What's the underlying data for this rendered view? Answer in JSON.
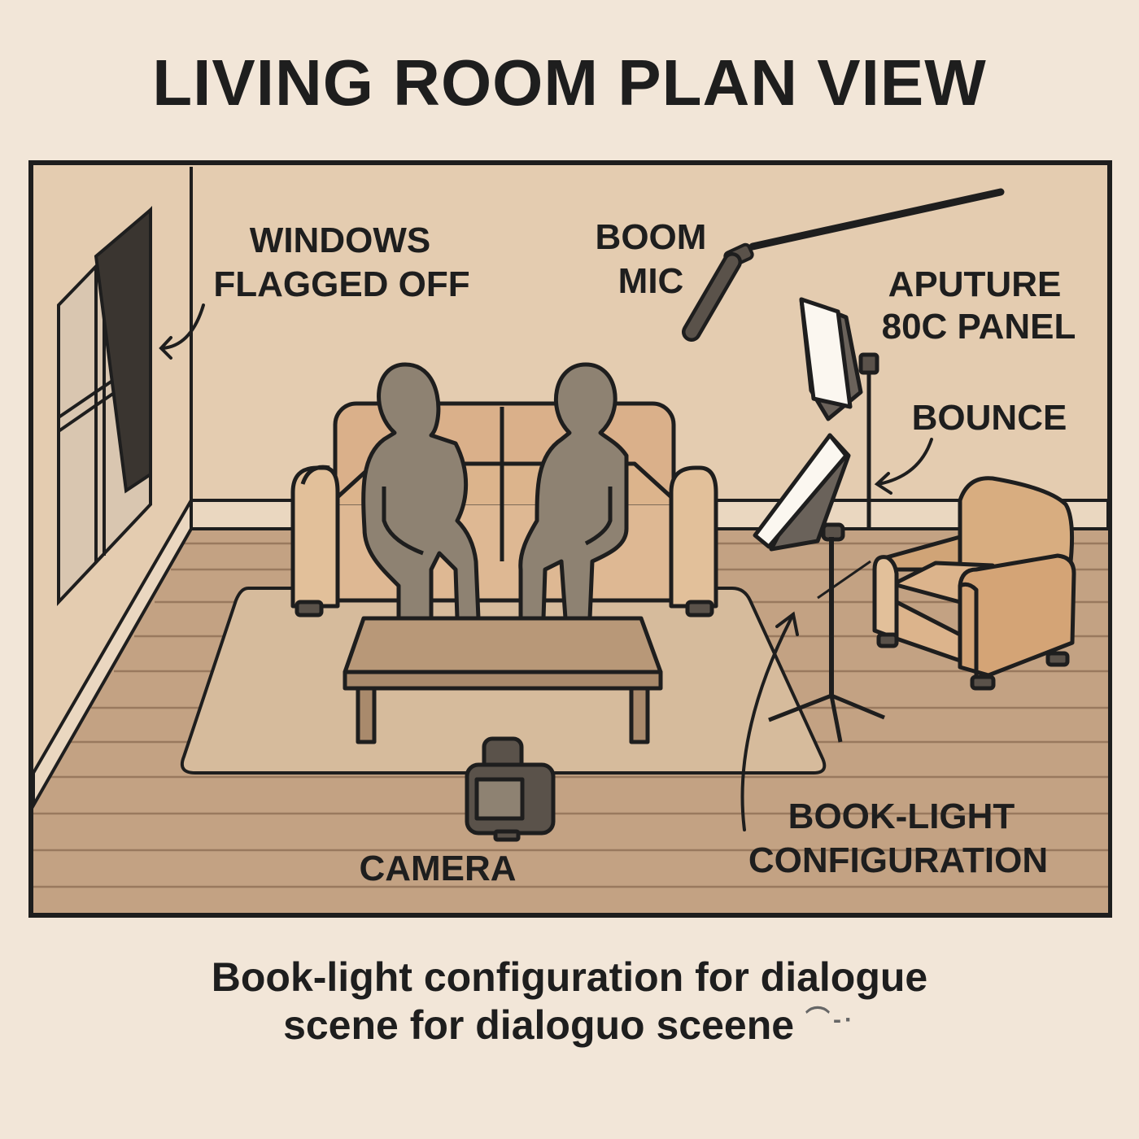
{
  "title": "LIVING ROOM PLAN VIEW",
  "caption": {
    "line1": "Book-light configuration for dialogue",
    "line2": "scene for dialoguo sceene",
    "trailing_fragment": "⌒-·"
  },
  "labels": {
    "windows": {
      "line1": "WINDOWS",
      "line2": "FLAGGED OFF"
    },
    "boom_mic": {
      "line1": "BOOM",
      "line2": "MIC"
    },
    "panel": {
      "line1": "APUTURE",
      "line2": "80C PANEL"
    },
    "bounce": {
      "line1": "BOUNCE"
    },
    "book_light": {
      "line1": "BOOK-LIGHT",
      "line2": "CONFIGURATION"
    },
    "camera": {
      "line1": "CAMERA"
    }
  },
  "colors": {
    "background": "#f2e6d8",
    "wall": "#e4ccb0",
    "floor": "#c3a283",
    "rug": "#d6bb9c",
    "sofa": "#dcb489",
    "person": "#8e8272",
    "outline": "#1e1e1e",
    "flag": "#3a3530",
    "table": "#b89878",
    "camera": "#5a524a"
  }
}
